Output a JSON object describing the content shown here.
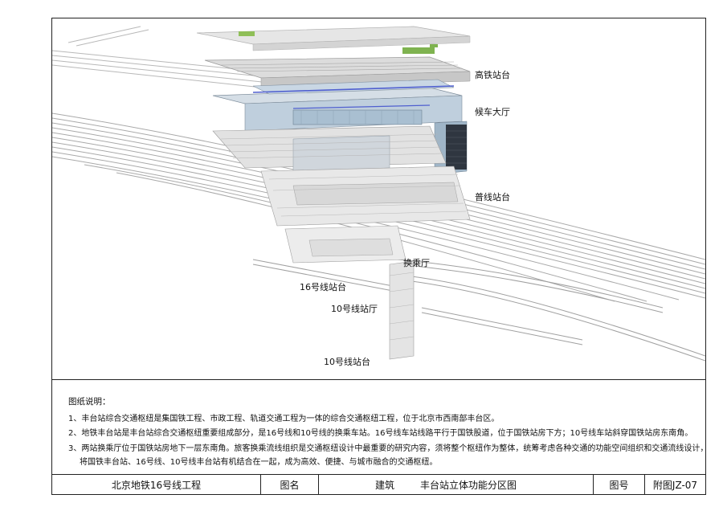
{
  "drawing": {
    "labels": {
      "high_speed_platform": "高铁站台",
      "waiting_hall": "候车大厅",
      "conventional_platform": "普线站台",
      "transfer_hall": "换乘厅",
      "line16_platform": "16号线站台",
      "line10_hall": "10号线站厅",
      "line10_platform": "10号线站台"
    }
  },
  "notes": {
    "title": "图纸说明：",
    "items": [
      "1、丰台站综合交通枢纽是集国铁工程、市政工程、轨道交通工程为一体的综合交通枢纽工程，位于北京市西南部丰台区。",
      "2、地铁丰台站是丰台站综合交通枢纽重要组成部分，是16号线和10号线的换乘车站。16号线车站线路平行于国铁股道，位于国铁站房下方；10号线车站斜穿国铁站房东南角。",
      "3、两站换乘厅位于国铁站房地下一层东南角。旅客换乘流线组织是交通枢纽设计中最重要的研究内容，须将整个枢纽作为整体，统筹考虑各种交通的功能空间组织和交通流线设计，"
    ],
    "item3_cont": "将国铁丰台站、16号线、10号线丰台站有机结合在一起，成为高效、便捷、与城市融合的交通枢纽。"
  },
  "titlebar": {
    "project": "北京地铁16号线工程",
    "drawing_name_label": "图名",
    "discipline": "建筑",
    "drawing_name": "丰台站立体功能分区图",
    "drawing_no_label": "图号",
    "drawing_no": "附图JZ-07"
  }
}
